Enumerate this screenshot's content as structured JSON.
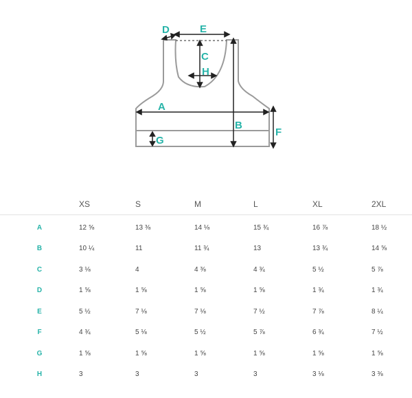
{
  "diagram": {
    "labels": {
      "A": "A",
      "B": "B",
      "C": "C",
      "D": "D",
      "E": "E",
      "F": "F",
      "G": "G",
      "H": "H"
    },
    "accent_color": "#26b3a8"
  },
  "table": {
    "columns": [
      "XS",
      "S",
      "M",
      "L",
      "XL",
      "2XL"
    ],
    "rows": [
      {
        "label": "A",
        "values": [
          "12 ⅝",
          "13 ⅜",
          "14 ⅛",
          "15 ¾",
          "16 ⅞",
          "18 ½"
        ]
      },
      {
        "label": "B",
        "values": [
          "10 ¼",
          "11",
          "11 ¾",
          "13",
          "13 ¾",
          "14 ⅝"
        ]
      },
      {
        "label": "C",
        "values": [
          "3 ⅛",
          "4",
          "4 ⅜",
          "4 ¾",
          "5 ½",
          "5 ⅞"
        ]
      },
      {
        "label": "D",
        "values": [
          "1 ⅝",
          "1 ⅝",
          "1 ⅝",
          "1 ⅝",
          "1 ¾",
          "1 ¾"
        ]
      },
      {
        "label": "E",
        "values": [
          "5 ½",
          "7 ⅛",
          "7 ⅛",
          "7 ½",
          "7 ⅞",
          "8 ¼"
        ]
      },
      {
        "label": "F",
        "values": [
          "4 ¾",
          "5 ⅛",
          "5 ½",
          "5 ⅞",
          "6 ¾",
          "7 ½"
        ]
      },
      {
        "label": "G",
        "values": [
          "1 ⅝",
          "1 ⅝",
          "1 ⅝",
          "1 ⅝",
          "1 ⅝",
          "1 ⅝"
        ]
      },
      {
        "label": "H",
        "values": [
          "3",
          "3",
          "3",
          "3",
          "3 ⅛",
          "3 ⅜"
        ]
      }
    ]
  }
}
